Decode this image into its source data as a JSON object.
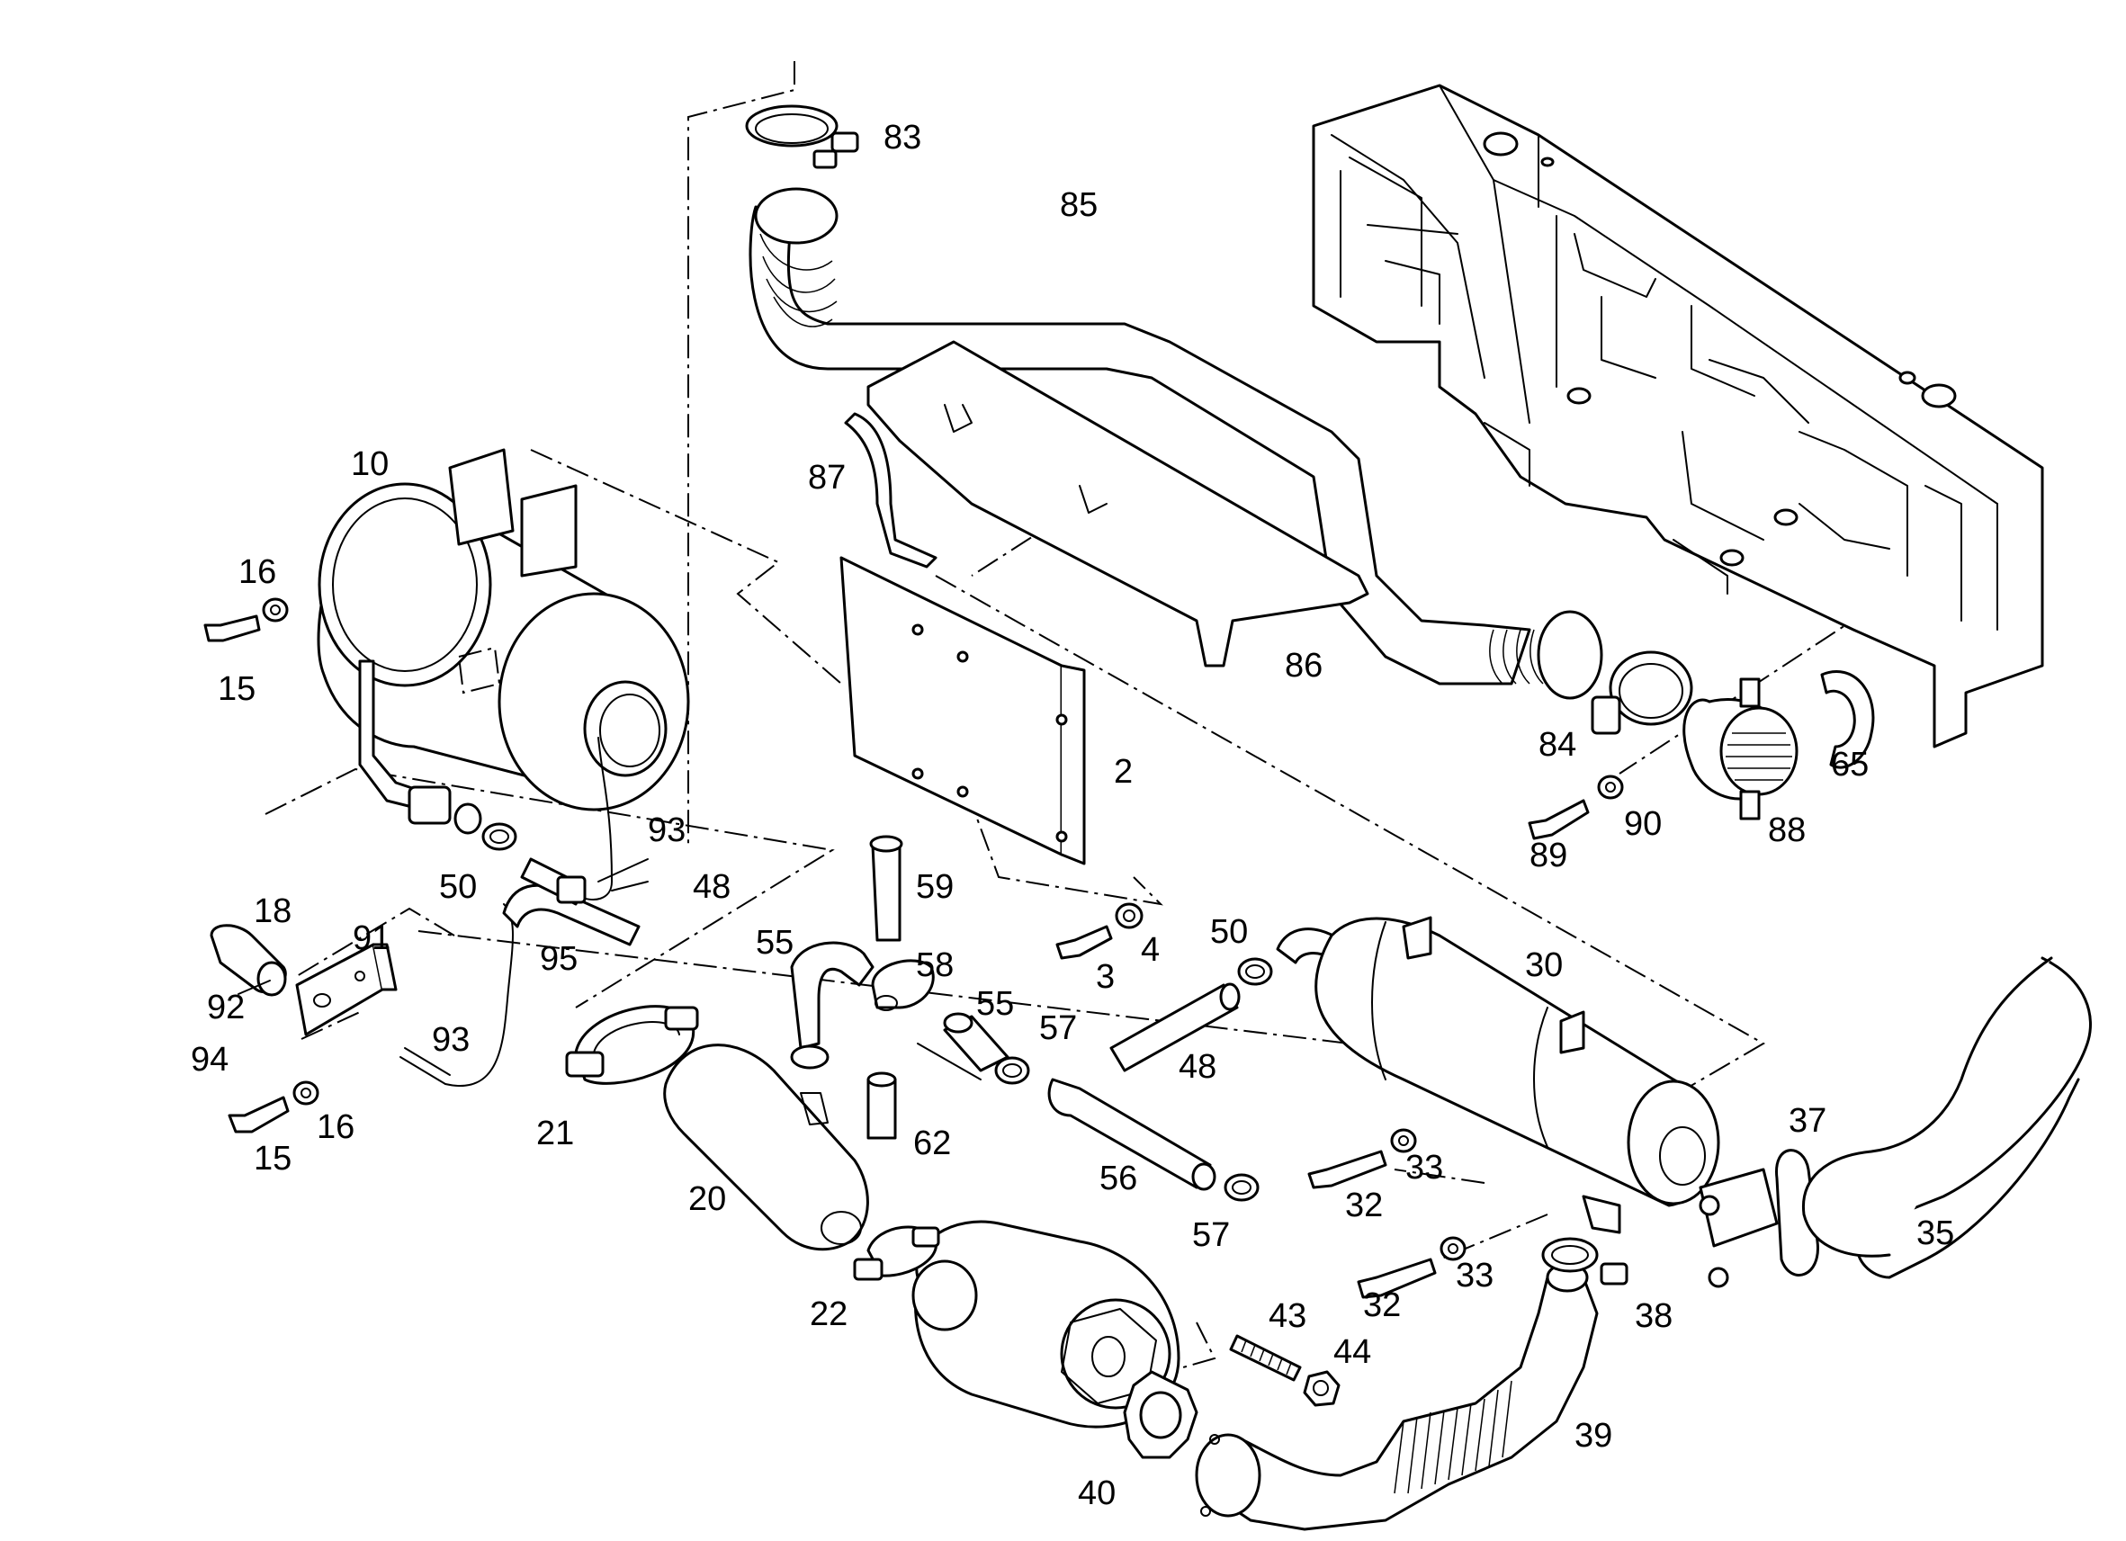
{
  "diagram": {
    "callouts": [
      {
        "id": "c83",
        "text": "83"
      },
      {
        "id": "c85",
        "text": "85"
      },
      {
        "id": "c10",
        "text": "10"
      },
      {
        "id": "c87",
        "text": "87"
      },
      {
        "id": "c16a",
        "text": "16"
      },
      {
        "id": "c15a",
        "text": "15"
      },
      {
        "id": "c86",
        "text": "86"
      },
      {
        "id": "c2",
        "text": "2"
      },
      {
        "id": "c84",
        "text": "84"
      },
      {
        "id": "c65",
        "text": "65"
      },
      {
        "id": "c90",
        "text": "90"
      },
      {
        "id": "c89",
        "text": "89"
      },
      {
        "id": "c88",
        "text": "88"
      },
      {
        "id": "c93a",
        "text": "93"
      },
      {
        "id": "c50a",
        "text": "50"
      },
      {
        "id": "c48a",
        "text": "48"
      },
      {
        "id": "c59",
        "text": "59"
      },
      {
        "id": "c18",
        "text": "18"
      },
      {
        "id": "c91",
        "text": "91"
      },
      {
        "id": "c95",
        "text": "95"
      },
      {
        "id": "c55a",
        "text": "55"
      },
      {
        "id": "c58",
        "text": "58"
      },
      {
        "id": "c3",
        "text": "3"
      },
      {
        "id": "c4",
        "text": "4"
      },
      {
        "id": "c50b",
        "text": "50"
      },
      {
        "id": "c30",
        "text": "30"
      },
      {
        "id": "c92",
        "text": "92"
      },
      {
        "id": "c94",
        "text": "94"
      },
      {
        "id": "c93b",
        "text": "93"
      },
      {
        "id": "c55b",
        "text": "55"
      },
      {
        "id": "c57a",
        "text": "57"
      },
      {
        "id": "c48b",
        "text": "48"
      },
      {
        "id": "c16b",
        "text": "16"
      },
      {
        "id": "c15b",
        "text": "15"
      },
      {
        "id": "c21",
        "text": "21"
      },
      {
        "id": "c62",
        "text": "62"
      },
      {
        "id": "c37",
        "text": "37"
      },
      {
        "id": "c56",
        "text": "56"
      },
      {
        "id": "c33a",
        "text": "33"
      },
      {
        "id": "c20",
        "text": "20"
      },
      {
        "id": "c32a",
        "text": "32"
      },
      {
        "id": "c57b",
        "text": "57"
      },
      {
        "id": "c35",
        "text": "35"
      },
      {
        "id": "c33b",
        "text": "33"
      },
      {
        "id": "c22",
        "text": "22"
      },
      {
        "id": "c32b",
        "text": "32"
      },
      {
        "id": "c38",
        "text": "38"
      },
      {
        "id": "c43",
        "text": "43"
      },
      {
        "id": "c44",
        "text": "44"
      },
      {
        "id": "c39",
        "text": "39"
      },
      {
        "id": "c40",
        "text": "40"
      }
    ]
  }
}
